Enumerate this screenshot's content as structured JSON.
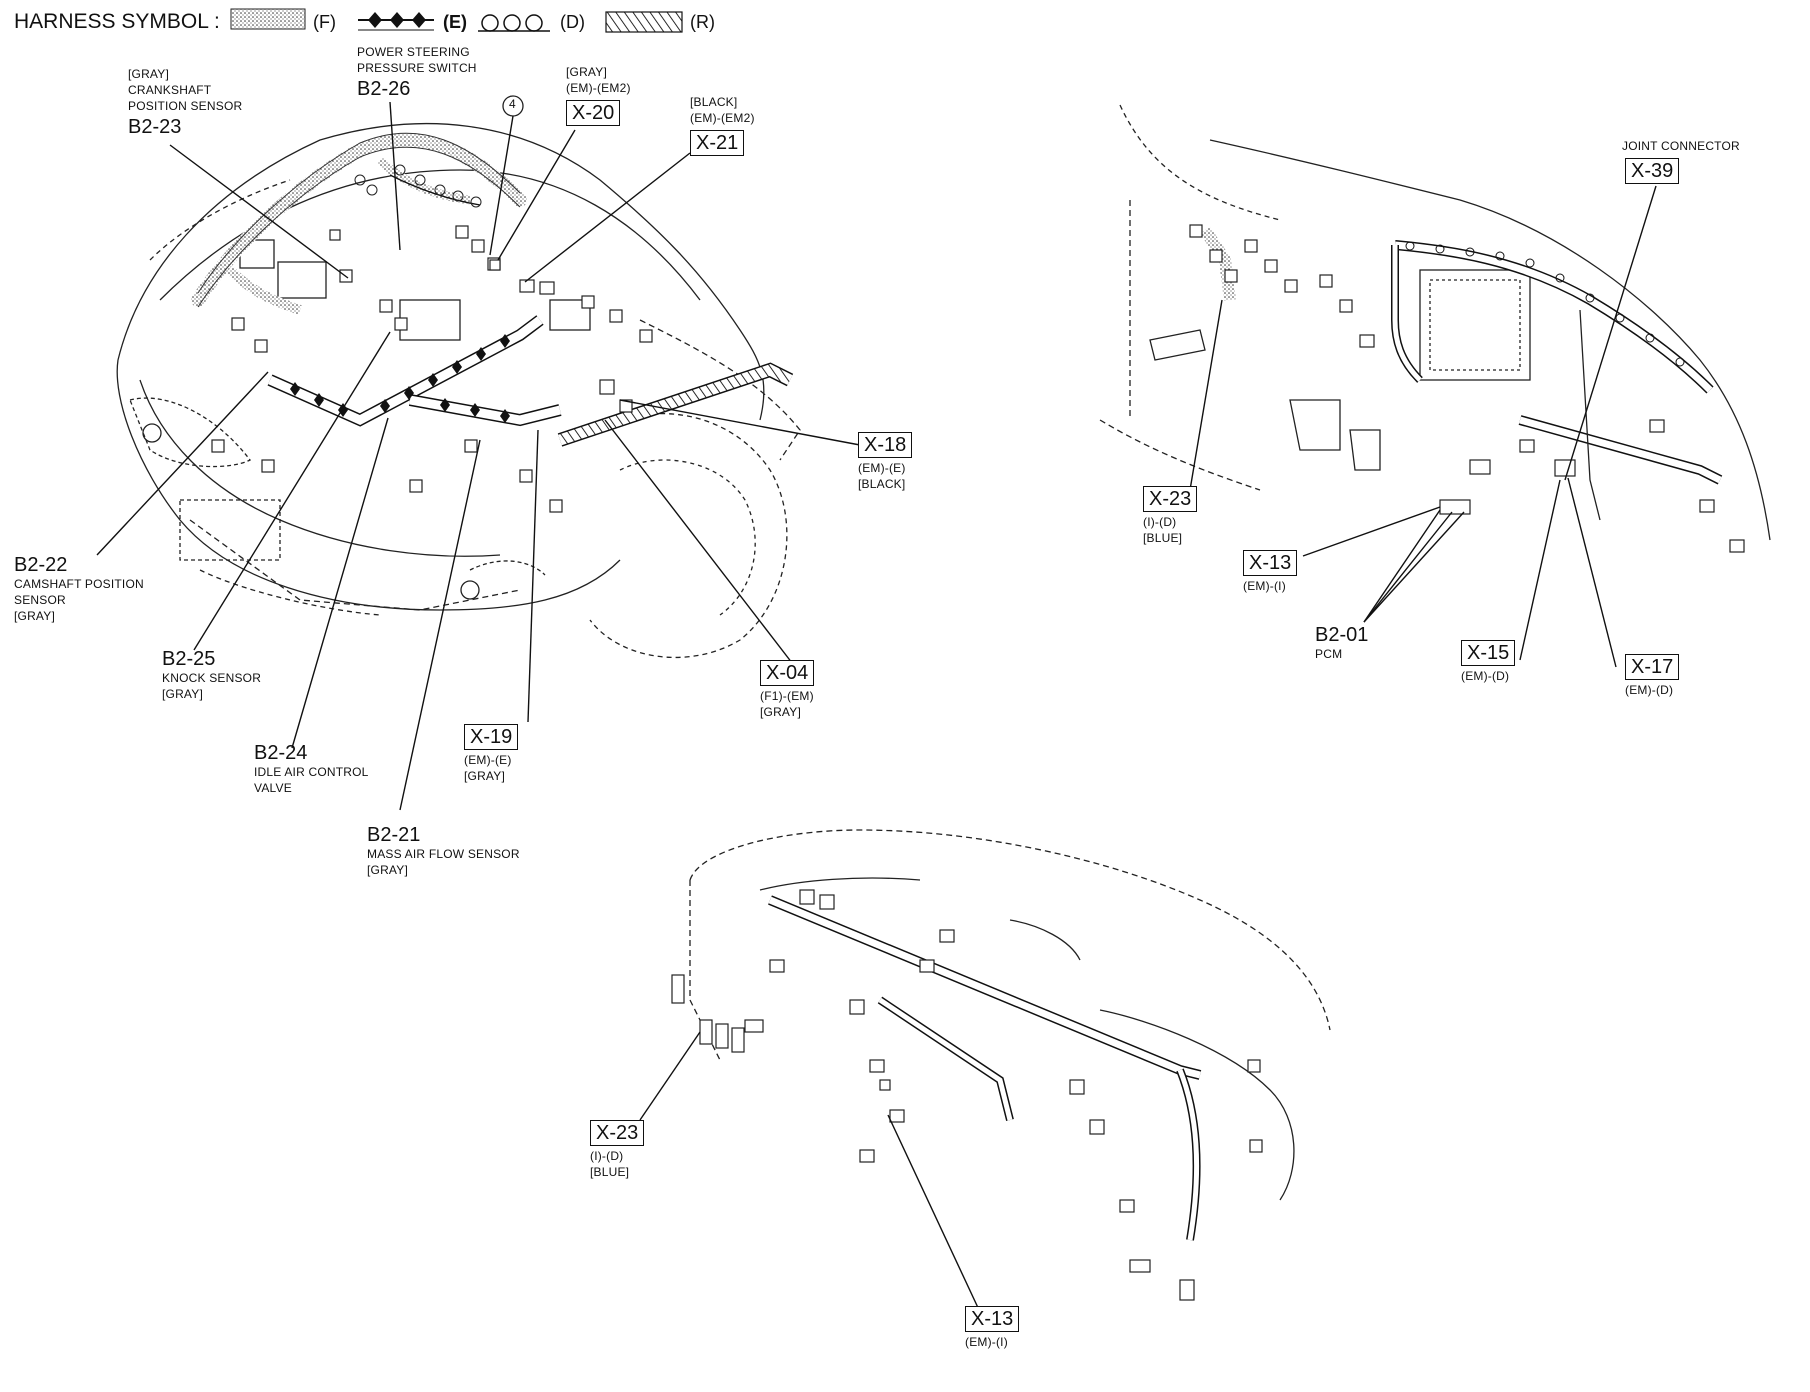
{
  "legend": {
    "title": "HARNESS SYMBOL :",
    "items": [
      {
        "code": "(F)",
        "pattern": "stipple"
      },
      {
        "code": "(E)",
        "pattern": "diamonds"
      },
      {
        "code": "(D)",
        "pattern": "circles"
      },
      {
        "code": "(R)",
        "pattern": "hatch"
      }
    ]
  },
  "engine_labels": {
    "b2_23": {
      "color": "[GRAY]",
      "line1": "CRANKSHAFT",
      "line2": "POSITION SENSOR",
      "id": "B2-23"
    },
    "b2_26": {
      "line1": "POWER STEERING",
      "line2": "PRESSURE SWITCH",
      "id": "B2-26"
    },
    "circle4": "4",
    "x20": {
      "color": "[GRAY]",
      "codes": "(EM)-(EM2)",
      "id": "X-20"
    },
    "x21": {
      "color": "[BLACK]",
      "codes": "(EM)-(EM2)",
      "id": "X-21"
    },
    "x18": {
      "id": "X-18",
      "codes": "(EM)-(E)",
      "color": "[BLACK]"
    },
    "b2_22": {
      "id": "B2-22",
      "line1": "CAMSHAFT POSITION",
      "line2": "SENSOR",
      "color": "[GRAY]"
    },
    "b2_25": {
      "id": "B2-25",
      "line1": "KNOCK SENSOR",
      "color": "[GRAY]"
    },
    "x04": {
      "id": "X-04",
      "codes": "(F1)-(EM)",
      "color": "[GRAY]"
    },
    "b2_24": {
      "id": "B2-24",
      "line1": "IDLE AIR CONTROL",
      "line2": "VALVE"
    },
    "x19": {
      "id": "X-19",
      "codes": "(EM)-(E)",
      "color": "[GRAY]"
    },
    "b2_21": {
      "id": "B2-21",
      "line1": "MASS AIR FLOW SENSOR",
      "color": "[GRAY]"
    }
  },
  "interior_labels": {
    "joint": {
      "title": "JOINT CONNECTOR",
      "id": "X-39"
    },
    "x23": {
      "id": "X-23",
      "codes": "(I)-(D)",
      "color": "[BLUE]"
    },
    "x13": {
      "id": "X-13",
      "codes": "(EM)-(I)"
    },
    "b2_01": {
      "id": "B2-01",
      "line1": "PCM"
    },
    "x15": {
      "id": "X-15",
      "codes": "(EM)-(D)"
    },
    "x17": {
      "id": "X-17",
      "codes": "(EM)-(D)"
    }
  },
  "dash_labels": {
    "x23": {
      "id": "X-23",
      "codes": "(I)-(D)",
      "color": "[BLUE]"
    },
    "x13": {
      "id": "X-13",
      "codes": "(EM)-(I)"
    }
  }
}
